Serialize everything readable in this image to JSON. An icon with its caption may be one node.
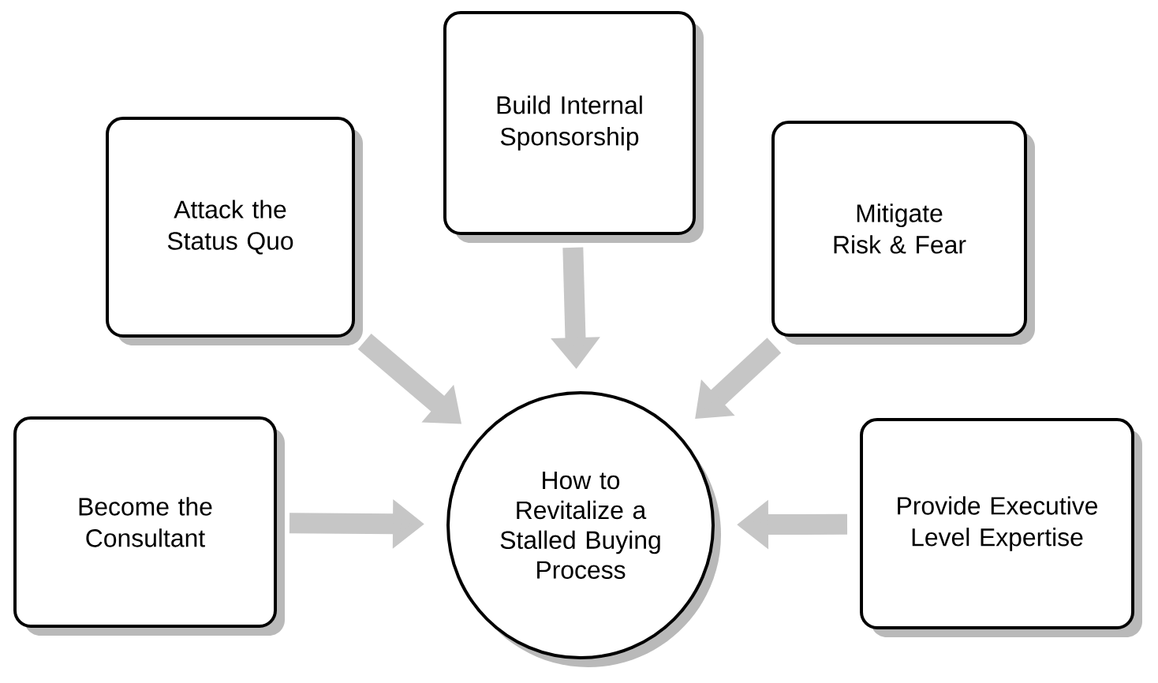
{
  "diagram": {
    "nodes": [
      {
        "text": [
          "Build Internal Sponsorship"
        ]
      },
      {
        "text": [
          "Attack the Status Quo"
        ]
      },
      {
        "text": [
          "Mitigate Risk & Fear"
        ]
      },
      {
        "text": [
          "Become the Consultant"
        ]
      },
      {
        "text": [
          "How to Revitalize a Stalled Buying Process"
        ]
      },
      {
        "text": [
          "Provide Executive Level Expertise"
        ]
      }
    ],
    "edges": [
      {
        "from": 0,
        "to": 4,
        "arrow": "to"
      },
      {
        "from": 1,
        "to": 4,
        "arrow": "to"
      },
      {
        "from": 2,
        "to": 4,
        "arrow": "to"
      },
      {
        "from": 3,
        "to": 4,
        "arrow": "to"
      },
      {
        "from": 5,
        "to": 4,
        "arrow": "to"
      }
    ]
  }
}
